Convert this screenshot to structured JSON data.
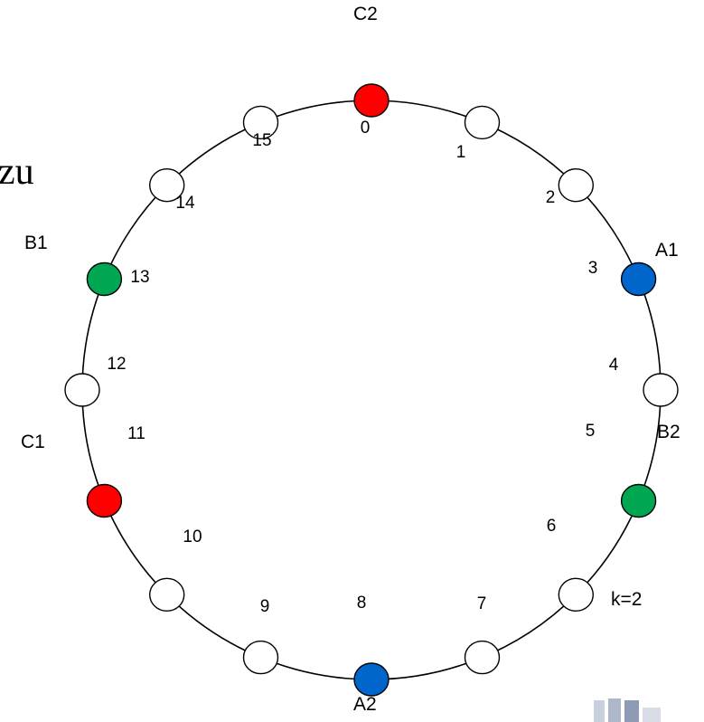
{
  "diagram": {
    "ring_size": 16,
    "k_label": "k=2",
    "fragment_text": "zu",
    "nodes": [
      {
        "id": 0,
        "label": "0",
        "color": "#ff0000"
      },
      {
        "id": 1,
        "label": "1",
        "color": "#ffffff"
      },
      {
        "id": 2,
        "label": "2",
        "color": "#ffffff"
      },
      {
        "id": 3,
        "label": "3",
        "color": "#0066cc"
      },
      {
        "id": 4,
        "label": "4",
        "color": "#ffffff"
      },
      {
        "id": 5,
        "label": "5",
        "color": "#00a651"
      },
      {
        "id": 6,
        "label": "6",
        "color": "#ffffff"
      },
      {
        "id": 7,
        "label": "7",
        "color": "#ffffff"
      },
      {
        "id": 8,
        "label": "8",
        "color": "#0066cc"
      },
      {
        "id": 9,
        "label": "9",
        "color": "#ffffff"
      },
      {
        "id": 10,
        "label": "10",
        "color": "#ffffff"
      },
      {
        "id": 11,
        "label": "11",
        "color": "#ff0000"
      },
      {
        "id": 12,
        "label": "12",
        "color": "#ffffff"
      },
      {
        "id": 13,
        "label": "13",
        "color": "#00a651"
      },
      {
        "id": 14,
        "label": "14",
        "color": "#ffffff"
      },
      {
        "id": 15,
        "label": "15",
        "color": "#ffffff"
      }
    ],
    "peer_labels": [
      {
        "text": "C2",
        "node": 0
      },
      {
        "text": "A1",
        "node": 3
      },
      {
        "text": "B2",
        "node": 5
      },
      {
        "text": "A2",
        "node": 8
      },
      {
        "text": "C1",
        "node": 11
      },
      {
        "text": "B1",
        "node": 13
      }
    ]
  },
  "colors": {
    "red": "#ff0000",
    "blue": "#0066cc",
    "green": "#00a651",
    "white": "#ffffff",
    "stroke": "#000000",
    "logo_gray": "#b7bfd0"
  }
}
